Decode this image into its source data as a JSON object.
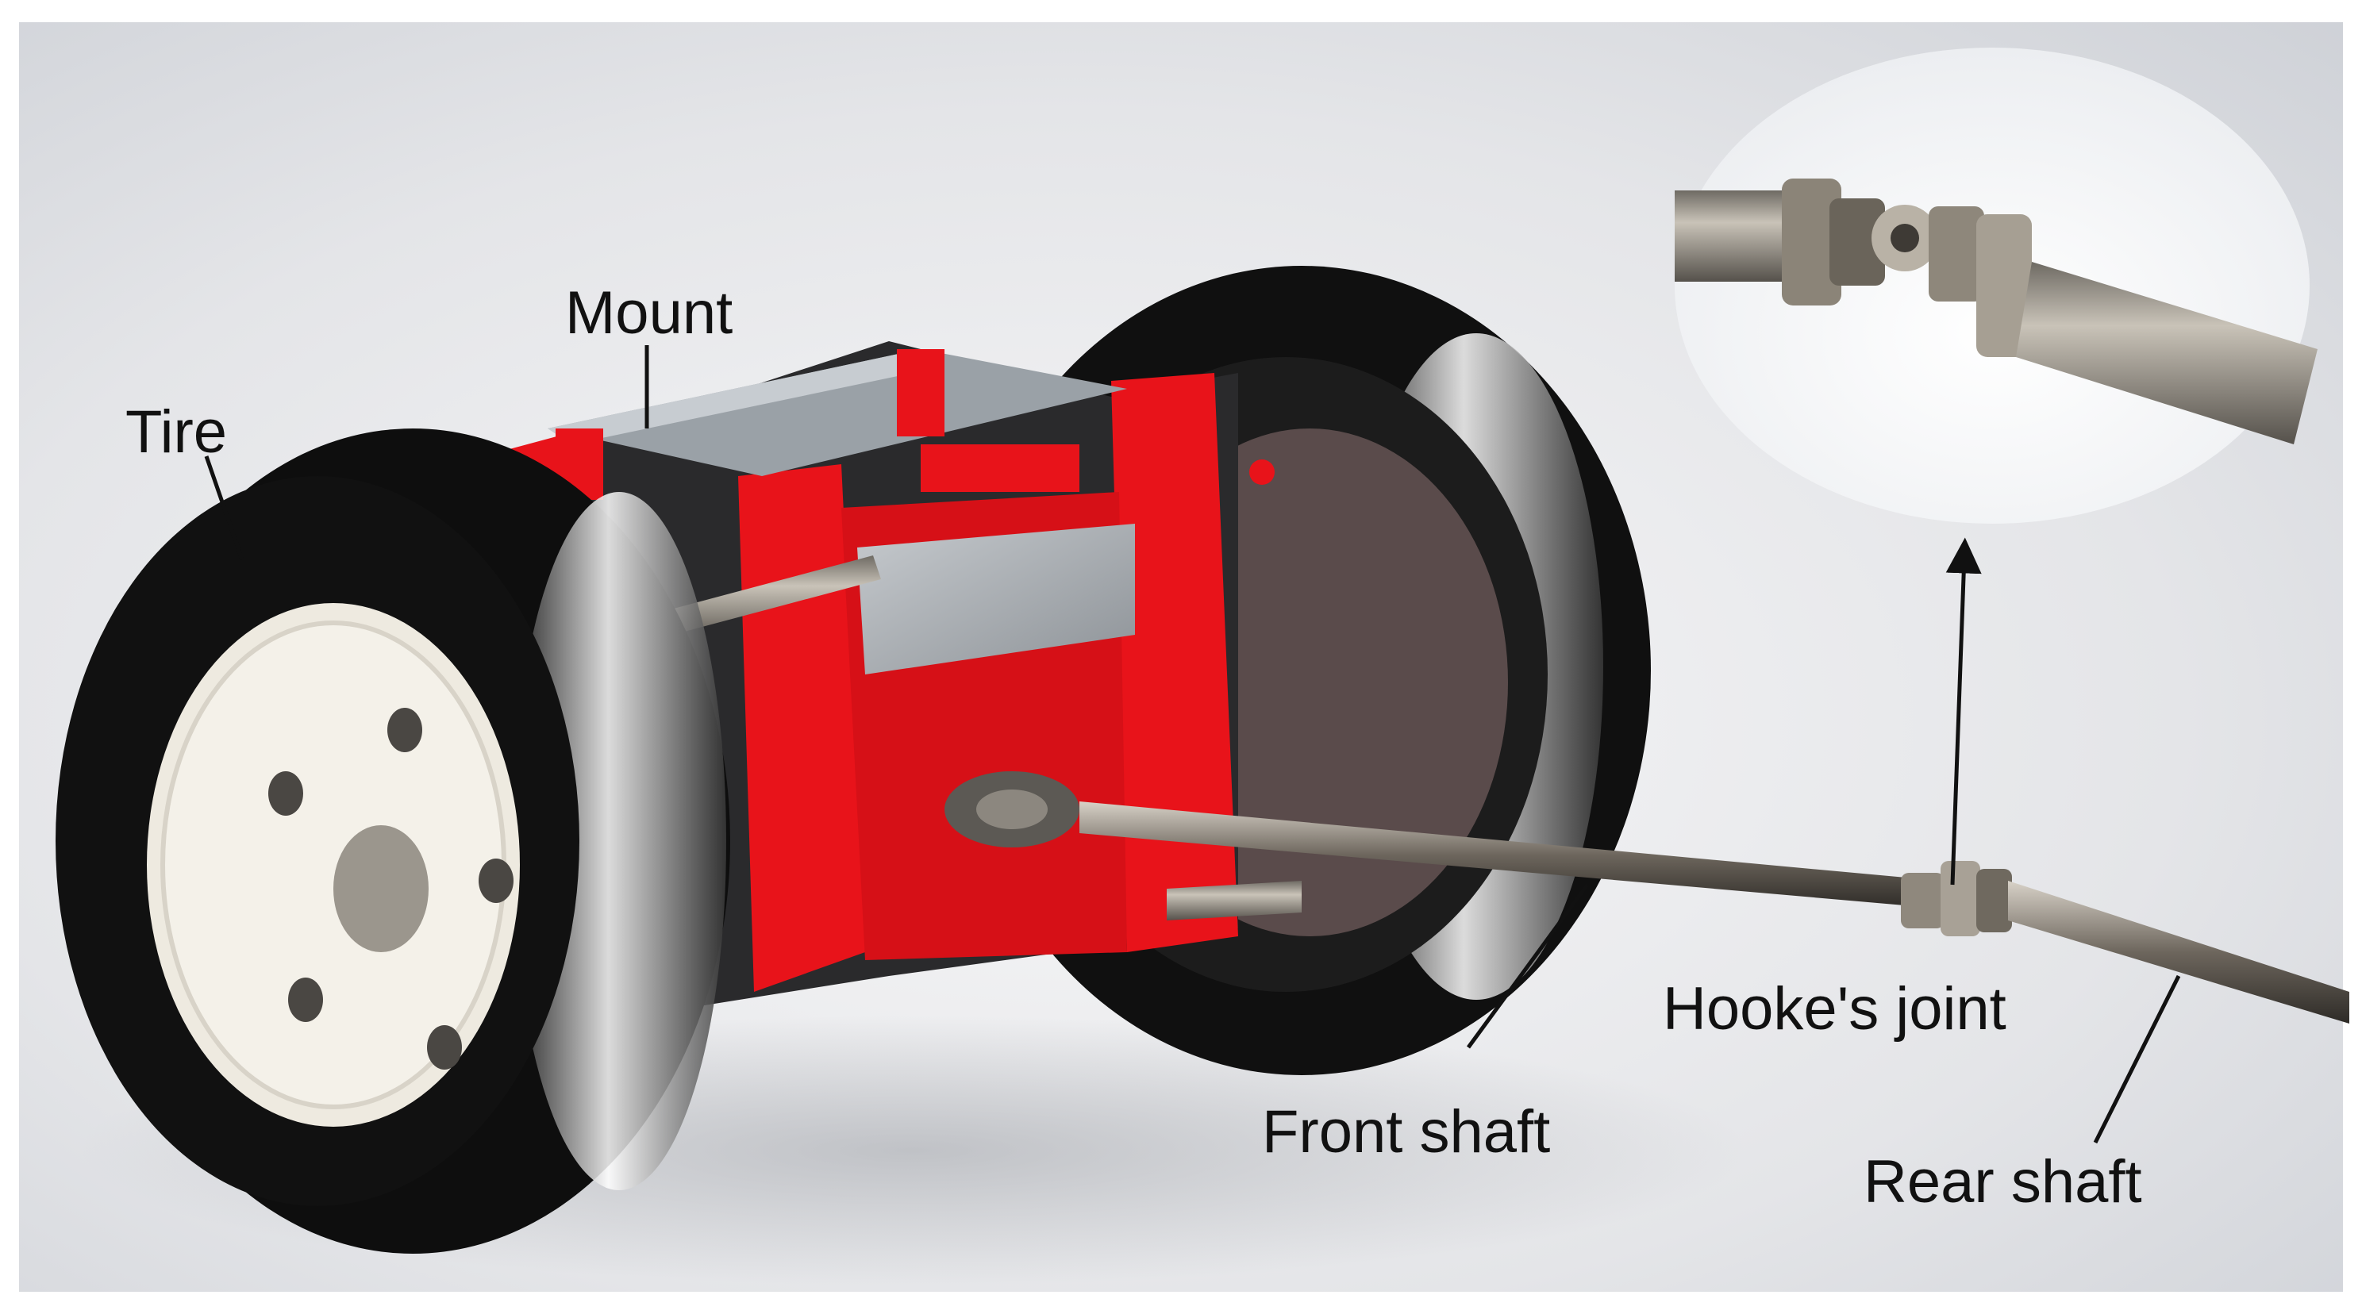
{
  "labels": {
    "tire": "Tire",
    "mount": "Mount",
    "front_shaft": "Front shaft",
    "hookes_joint": "Hooke's joint",
    "rear_shaft": "Rear shaft"
  },
  "colors": {
    "background": "#e6e7ea",
    "frame_red": "#e8131a",
    "tire_black": "#121212",
    "hub_white": "#eeeae0",
    "plate_grey": "#a9aeb3",
    "shaft_metal": "#7a7268",
    "label_text": "#111111"
  }
}
